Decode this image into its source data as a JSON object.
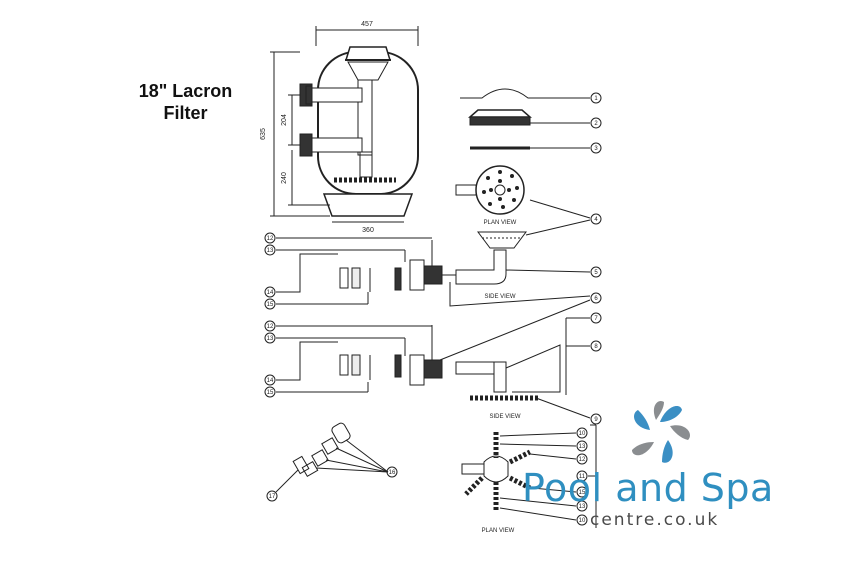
{
  "title": {
    "line1": "18\" Lacron",
    "line2": "Filter"
  },
  "dimensions": {
    "width_top": "457",
    "height_total": "635",
    "upper_port_spacing": "204",
    "lower_port_height": "240",
    "base_width": "360"
  },
  "view_labels": {
    "plan_view_top": "PLAN VIEW",
    "side_view_mid": "SIDE VIEW",
    "side_view_lower": "SIDE VIEW",
    "plan_view_bottom": "PLAN VIEW"
  },
  "callouts": [
    "1",
    "2",
    "3",
    "4",
    "5",
    "6",
    "7",
    "8",
    "9",
    "12",
    "13",
    "14",
    "15",
    "16",
    "17",
    "10",
    "11"
  ],
  "brand": {
    "name": "Pool and Spa",
    "domain": "centre.co.uk",
    "colors": {
      "blue": "#2f8fc0",
      "grey": "#8a8d90"
    }
  }
}
